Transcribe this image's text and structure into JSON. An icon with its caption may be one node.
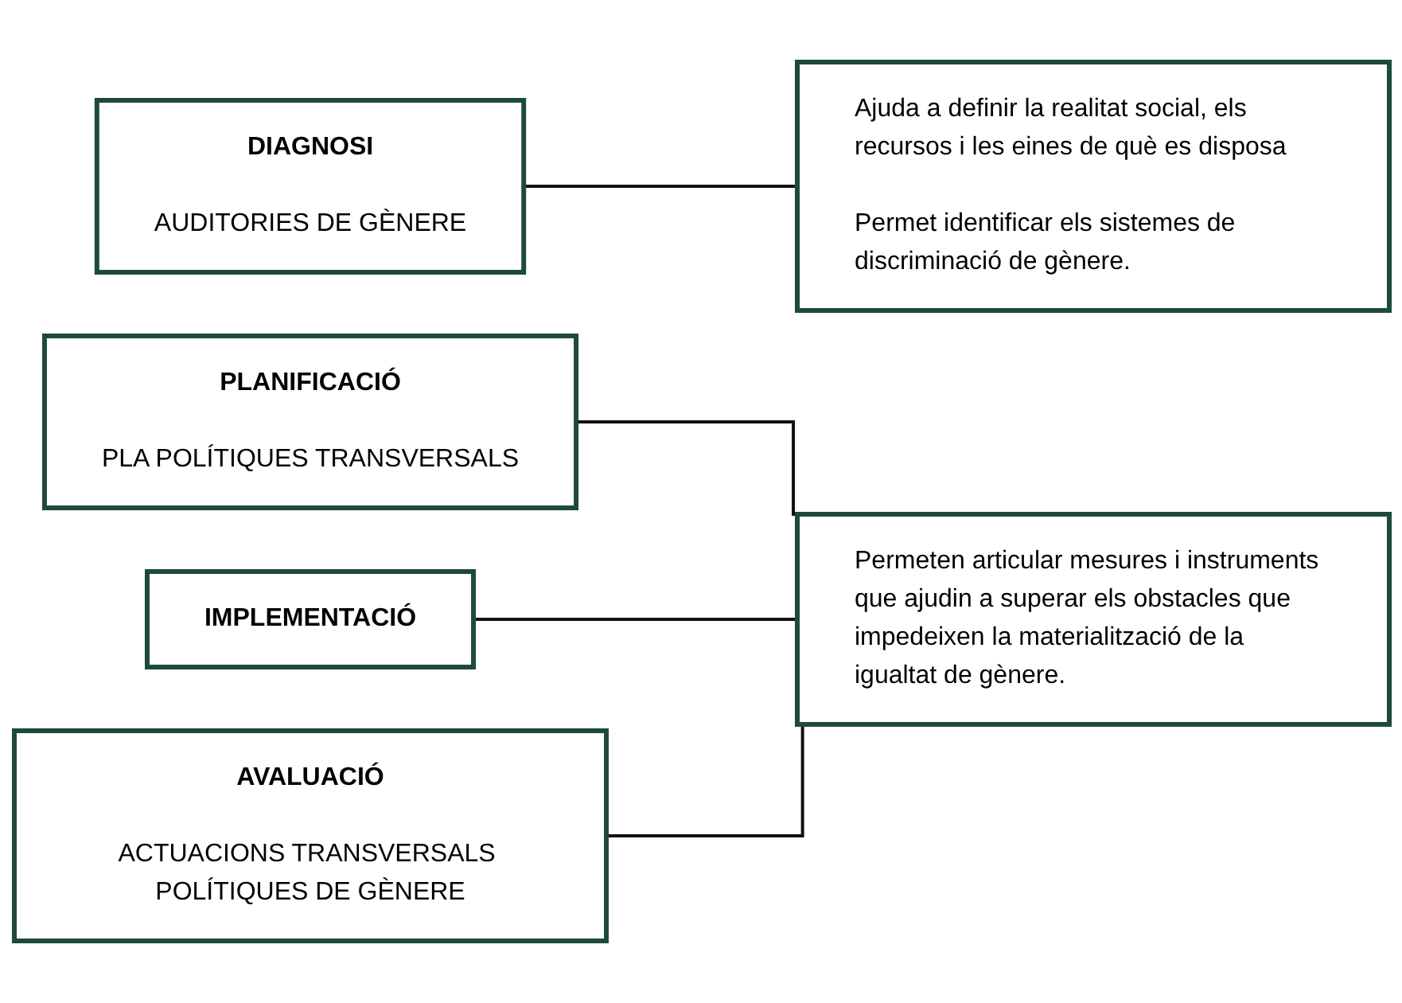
{
  "diagram": {
    "nodes": [
      {
        "text": [
          "DIAGNOSI",
          "AUDITORIES DE GÈNERE"
        ]
      },
      {
        "text": [
          "Ajuda a definir la realitat social, els recursos i les eines de què es disposa",
          "Permet identificar els sistemes de discriminació de gènere."
        ]
      },
      {
        "text": [
          "PLANIFICACIÓ",
          "PLA POLÍTIQUES TRANSVERSALS"
        ]
      },
      {
        "text": [
          "IMPLEMENTACIÓ"
        ]
      },
      {
        "text": [
          "AVALUACIÓ",
          "ACTUACIONS TRANSVERSALS POLÍTIQUES DE GÈNERE"
        ]
      },
      {
        "text": [
          "Permeten articular mesures i instruments que ajudin a superar els obstacles que impedeixen la materialització de la igualtat de gènere."
        ]
      }
    ],
    "edges": [
      {
        "from": 0,
        "to": 1,
        "arrow": "none"
      },
      {
        "from": 2,
        "to": 5,
        "arrow": "none"
      },
      {
        "from": 3,
        "to": 5,
        "arrow": "none"
      },
      {
        "from": 4,
        "to": 5,
        "arrow": "none"
      }
    ]
  }
}
